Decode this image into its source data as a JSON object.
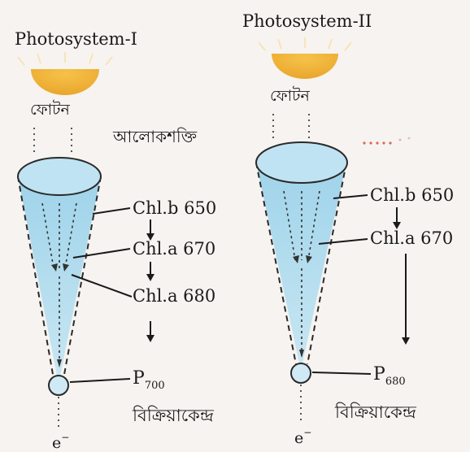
{
  "panels": [
    {
      "title": "Photosystem-I",
      "photon_label": "ফোটন",
      "light_energy_label": "আলোকশক্তি",
      "pigments": [
        "Chl.b 650",
        "Chl.a 670",
        "Chl.a 680"
      ],
      "reaction_center_main": "P",
      "reaction_center_sub": "700",
      "reaction_center_label": "বিক্রিয়াকেন্দ্র",
      "electron_label": "e",
      "electron_sup": "−"
    },
    {
      "title": "Photosystem-II",
      "photon_label": "ফোটন",
      "pigments": [
        "Chl.b 650",
        "Chl.a 670"
      ],
      "reaction_center_main": "P",
      "reaction_center_sub": "680",
      "reaction_center_label": "বিক্রিয়াকেন্দ্র",
      "electron_label": "e",
      "electron_sup": "−"
    }
  ],
  "colors": {
    "background": "#f6f3f0",
    "sun": "#f3b73a",
    "sun_glow": "#f8d98a",
    "cone_fill": "#a9d8ec",
    "cone_edge": "#2a2a2a",
    "text": "#1a1a1a",
    "accent_dots": "#d23a2a"
  }
}
